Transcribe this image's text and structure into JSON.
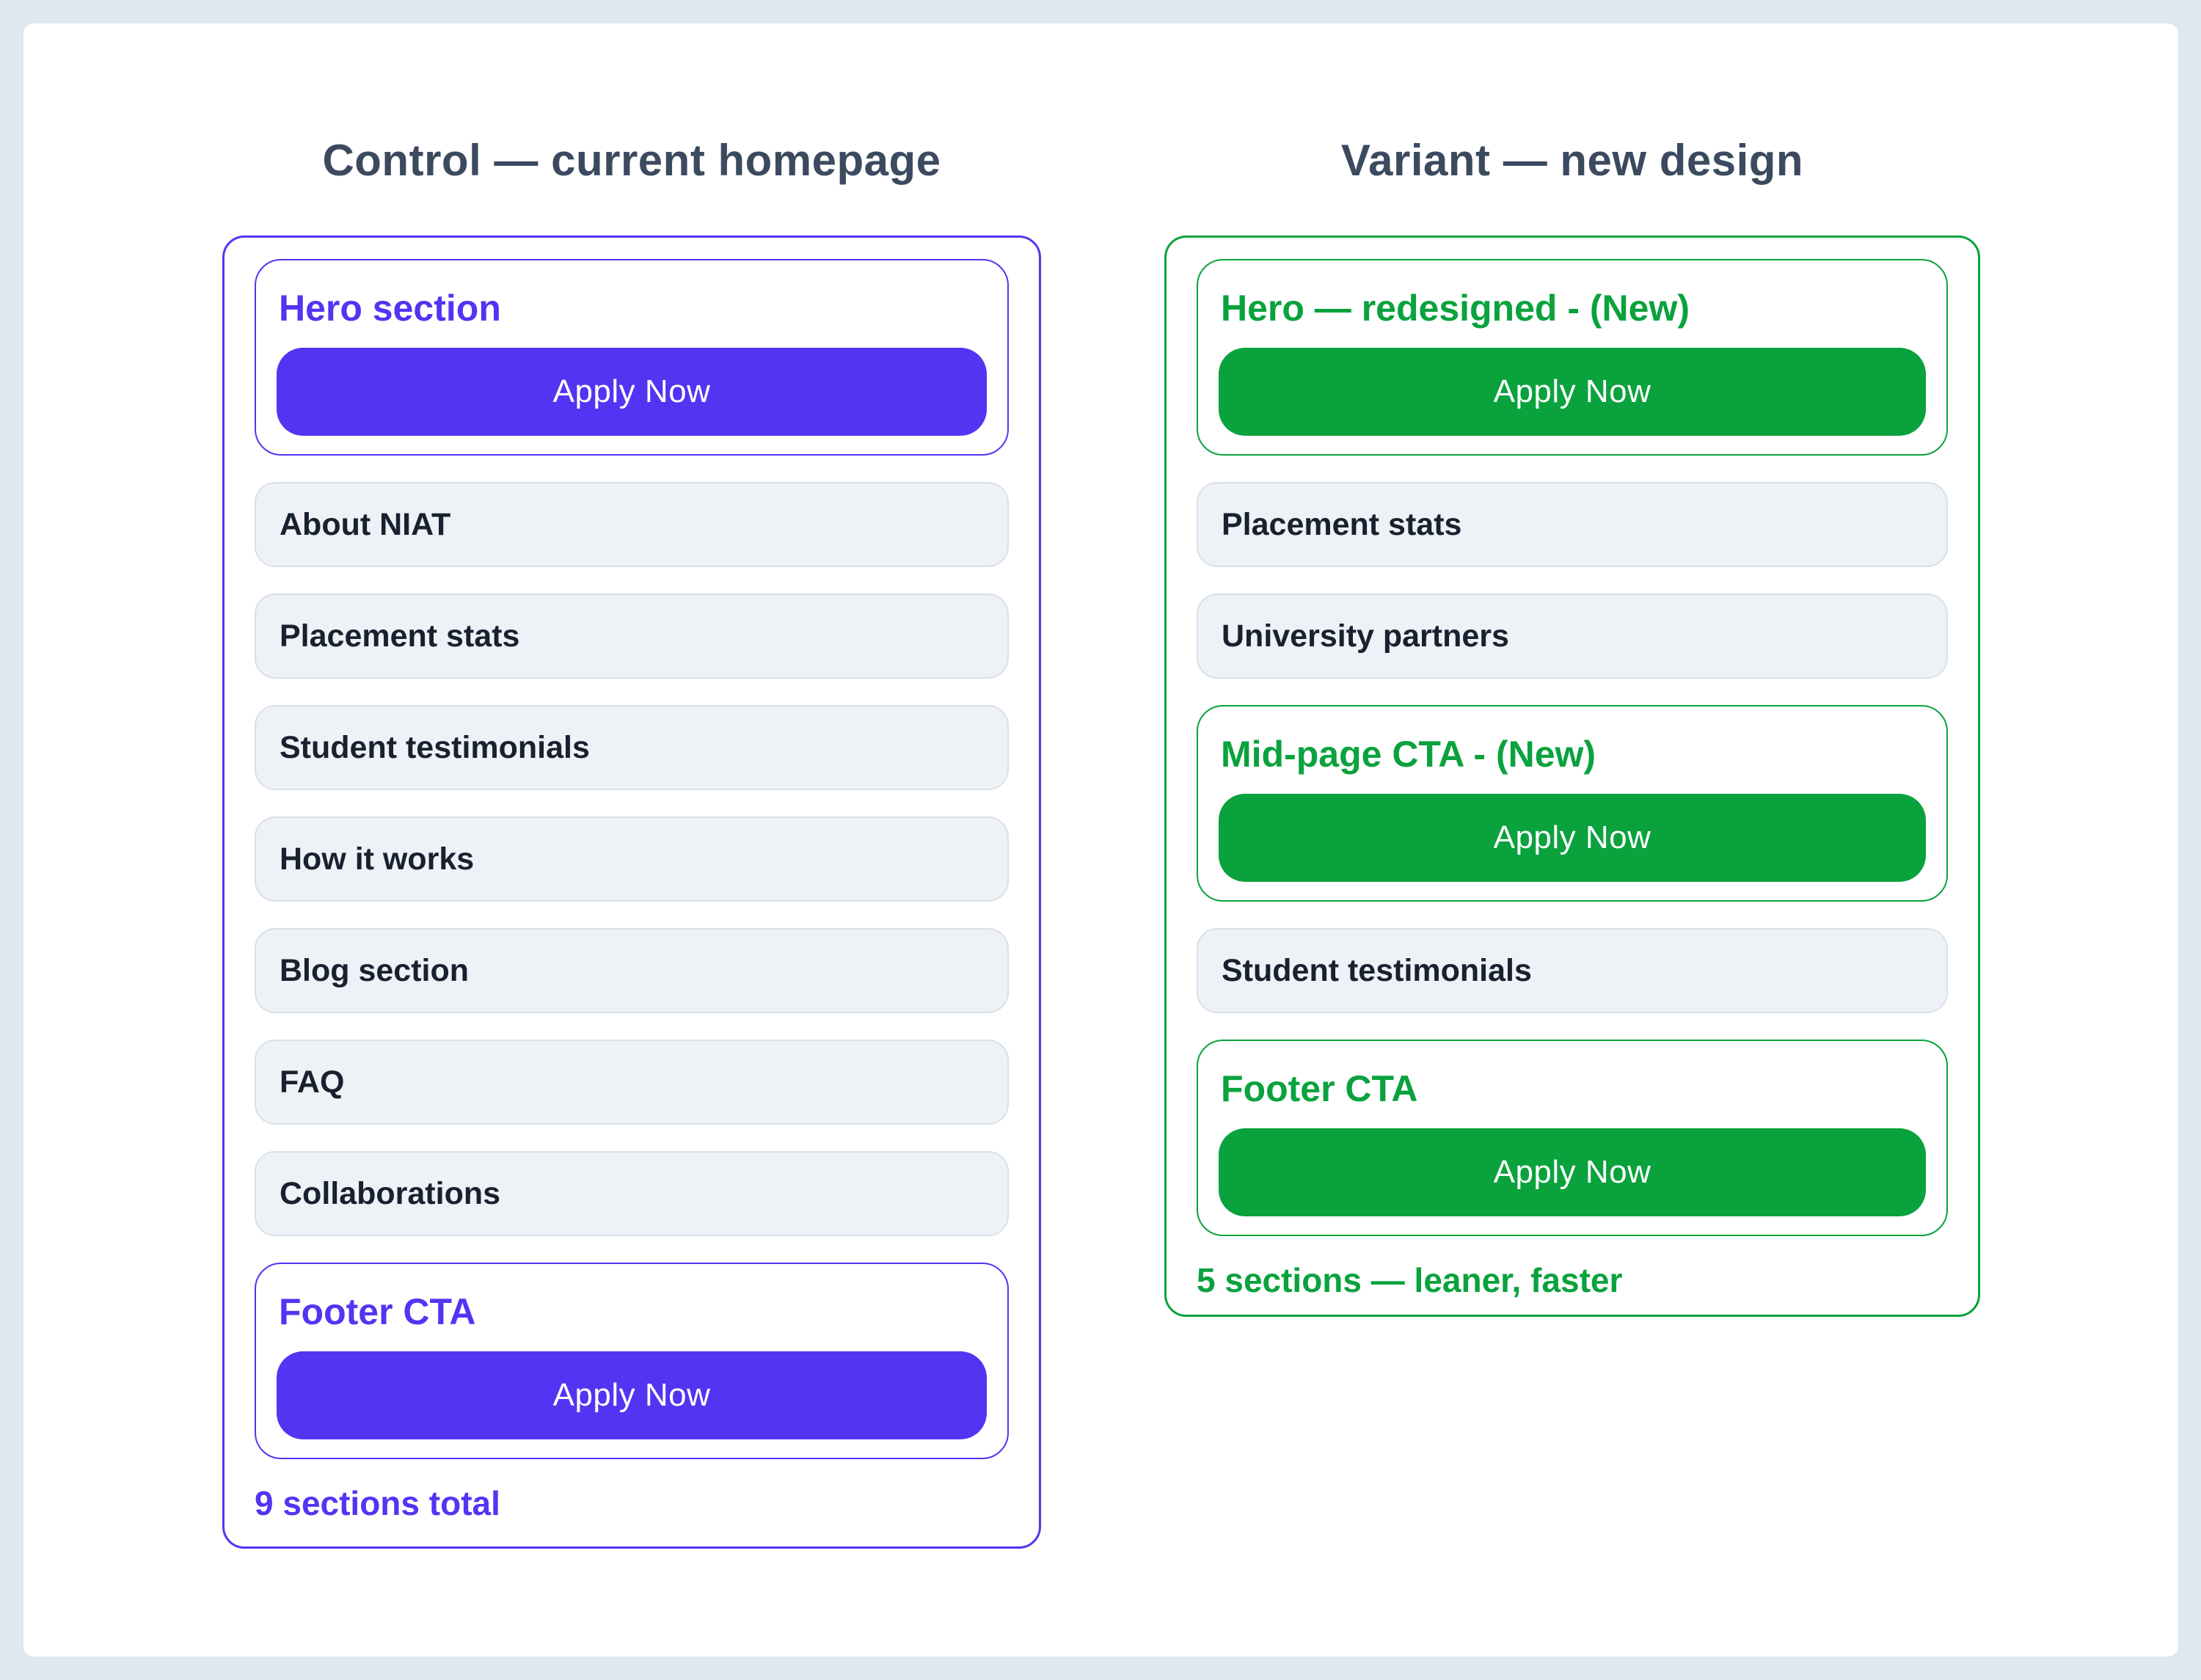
{
  "colors": {
    "page_bg": "#DFE7EF",
    "card_bg": "#FFFFFF",
    "purple": "#5434F2",
    "green": "#0AA23D",
    "row_bg": "#EEF1F6",
    "row_border": "#D9E0EA",
    "dark_text": "#18212F",
    "title_text": "#3B4A5F"
  },
  "control": {
    "title": "Control — current homepage",
    "hero": {
      "label": "Hero section",
      "button": "Apply Now"
    },
    "rows": [
      {
        "label": "About NIAT"
      },
      {
        "label": "Placement stats"
      },
      {
        "label": "Student testimonials"
      },
      {
        "label": "How it works"
      },
      {
        "label": "Blog section"
      },
      {
        "label": "FAQ"
      },
      {
        "label": "Collaborations"
      }
    ],
    "footer": {
      "label": "Footer CTA",
      "button": "Apply Now"
    },
    "caption": "9 sections total"
  },
  "variant": {
    "title": "Variant — new design",
    "hero": {
      "label": "Hero — redesigned - (New)",
      "button": "Apply Now"
    },
    "rows_top": [
      {
        "label": "Placement stats"
      },
      {
        "label": "University partners"
      }
    ],
    "mid_cta": {
      "label": "Mid-page CTA - (New)",
      "button": "Apply Now"
    },
    "rows_bottom": [
      {
        "label": "Student testimonials"
      }
    ],
    "footer": {
      "label": "Footer CTA",
      "button": "Apply Now"
    },
    "caption": "5 sections — leaner, faster"
  }
}
